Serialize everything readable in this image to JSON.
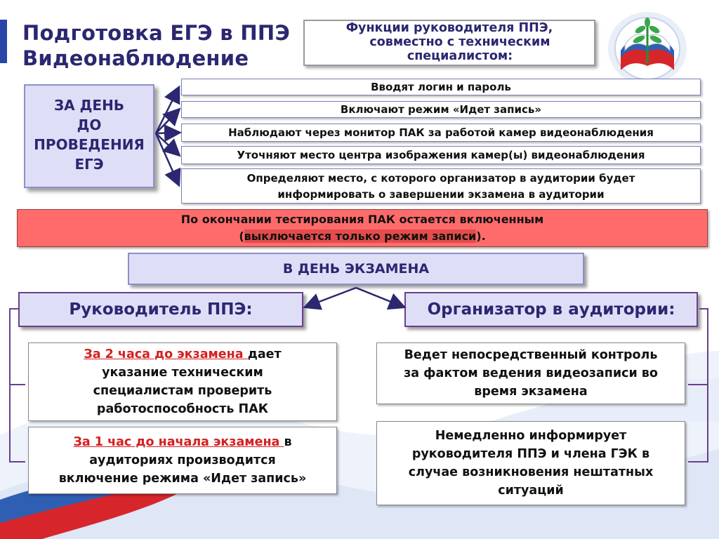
{
  "title": {
    "line1": "Подготовка ЕГЭ в ППЭ",
    "line2": "Видеонаблюдение"
  },
  "functions": {
    "line1": "Функции руководителя ППЭ,",
    "line2": "совместно с техническим",
    "line3": "специалистом:"
  },
  "day_before": {
    "line1": "ЗА ДЕНЬ",
    "line2": "ДО",
    "line3": "ПРОВЕДЕНИЯ",
    "line4": "ЕГЭ"
  },
  "steps": [
    "Вводят логин и пароль",
    "Включают режим «Идет запись»",
    "Наблюдают через монитор ПАК за работой камер видеонаблюдения",
    "Уточняют место центра изображения камер(ы) видеонаблюдения",
    "Определяют место, с которого организатор в аудитории будет",
    "информировать о завершении экзамена в аудитории"
  ],
  "after_test": {
    "line1": "По окончании тестирования ПАК остается включенным",
    "line2_open": "(",
    "line2_highlight": "выключается только режим записи",
    "line2_close": ")."
  },
  "exam_day": "В ДЕНЬ ЭКЗАМЕНА",
  "roles": {
    "head": "Руководитель ППЭ:",
    "organizer": "Организатор в аудитории:"
  },
  "head_tasks": {
    "task1_red": "За 2 часа до экзамена ",
    "task1_l1": "дает",
    "task1_l2": "указание техническим",
    "task1_l3": "специалистам проверить",
    "task1_l4": "работоспособность ПАК",
    "task2_red": "За 1 час до начала экзамена ",
    "task2_l1": "в",
    "task2_l2": "аудиториях производится",
    "task2_l3": "включение режима «Идет запись»"
  },
  "organizer_tasks": {
    "task1_l1": "Ведет непосредственный контроль",
    "task1_l2": "за фактом ведения видеозаписи во",
    "task1_l3": "время экзамена",
    "task2_l1": "Немедленно информирует",
    "task2_l2": "руководителя ППЭ и члена ГЭК в",
    "task2_l3": "случае возникновения нештатных",
    "task2_l4": "ситуаций"
  },
  "colors": {
    "title": "#2b2770",
    "accent_bar": "#2a45a8",
    "red_bar": "#ff6b6b",
    "box_fill": "#dedff7",
    "role_border": "#6a3f8f",
    "arrow": "#2b2770",
    "red_text": "#d42020"
  },
  "icons": {
    "logo": "emblem-book-plant-icon"
  }
}
